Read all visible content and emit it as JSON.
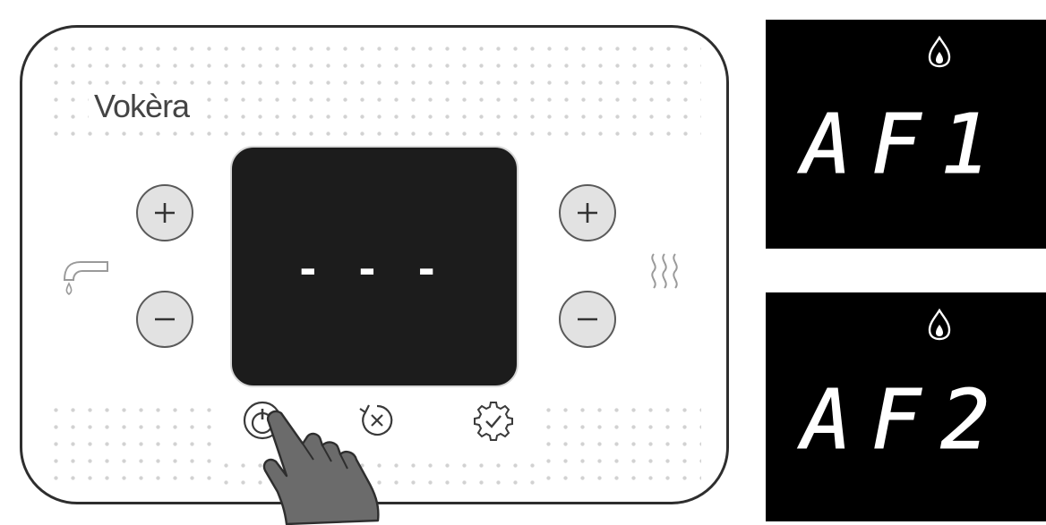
{
  "control_panel": {
    "brand": "Vokèra",
    "display_text": "- - -",
    "controls": {
      "dhw_plus": "+",
      "dhw_minus": "−",
      "ch_plus": "+",
      "ch_minus": "−"
    },
    "function_buttons": [
      "standby-icon",
      "reset-icon",
      "settings-icon"
    ],
    "side_icons": [
      "tap-icon",
      "radiator-heat-icon"
    ],
    "pointer": "hand-pressing-standby-icon"
  },
  "fault_displays": [
    {
      "code": "AF1",
      "icon": "flame-icon"
    },
    {
      "code": "AF2",
      "icon": "flame-icon"
    }
  ],
  "colors": {
    "outline": "#2e2e2e",
    "button_fill": "#e2e2e2",
    "screen": "#1c1c1c",
    "code_panel": "#000000",
    "hand": "#6b6b6b"
  }
}
